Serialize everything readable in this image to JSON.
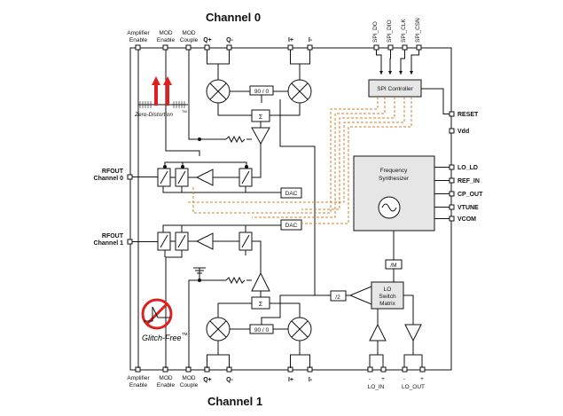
{
  "titles": {
    "channel0": "Channel 0",
    "channel1": "Channel 1"
  },
  "top_pins": {
    "amp_enable": [
      "Amplifier",
      "Enable"
    ],
    "mod_enable": [
      "MOD",
      "Enable"
    ],
    "mod_couple": [
      "MOD",
      "Couple"
    ],
    "q_plus": "Q+",
    "q_minus": "Q-",
    "i_plus": "I+",
    "i_minus": "I-",
    "spi": [
      "SPI_DO",
      "SPI_DIO",
      "SPI_CLK",
      "SPI_CSN"
    ]
  },
  "bottom_pins": {
    "amp_enable": [
      "Amplifier",
      "Enable"
    ],
    "mod_enable": [
      "MOD",
      "Enable"
    ],
    "mod_couple": [
      "MOD",
      "Couple"
    ],
    "q_plus": "Q+",
    "q_minus": "Q-",
    "i_plus": "I+",
    "i_minus": "I-",
    "lo_in": "LO_IN",
    "lo_out": "LO_OUT"
  },
  "left_pins": {
    "rfout0": [
      "RFOUT",
      "Channel 0"
    ],
    "rfout1": [
      "RFOUT",
      "Channel 1"
    ]
  },
  "right_pins": [
    "RESET",
    "Vdd",
    "LO_LD",
    "REF_IN",
    "CP_OUT",
    "VTUNE",
    "VCOM"
  ],
  "blocks": {
    "spi_controller": "SPI Controller",
    "synth": [
      "Frequency",
      "Synthesizer"
    ],
    "dac": "DAC",
    "phase": "90 / 0",
    "sum": "Σ",
    "div2": "/2",
    "divm": "/M",
    "lo_switch": [
      "LO",
      "Switch",
      "Matrix"
    ]
  },
  "logos": {
    "zero_distortion": "Zero-Distortion",
    "glitch_free": "Glitch-Free",
    "tm": "TM"
  },
  "colors": {
    "orange": "#d9822b",
    "red": "#e02020",
    "line": "#111111"
  }
}
